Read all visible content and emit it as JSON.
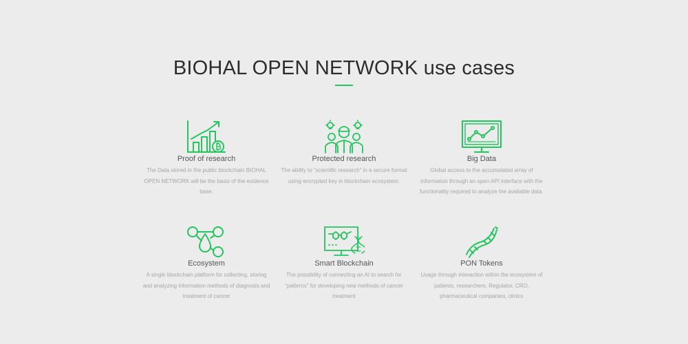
{
  "page": {
    "title": "BIOHAL OPEN NETWORK use cases"
  },
  "accent_color": "#22c55e",
  "cards": [
    {
      "icon": "growth-chart-bitcoin-icon",
      "title": "Proof of research",
      "text": "The Data stored in the public blockchain BIOHAL OPEN NETWORK will be the basis of the evidence base."
    },
    {
      "icon": "researchers-group-icon",
      "title": "Protected research",
      "text": "The ability to “scientific research” in a secure format using encrypted key in blockchain ecosystem."
    },
    {
      "icon": "monitor-chart-icon",
      "title": "Big Data",
      "text": "Global access to the accumulated array of information through an open API interface with the functionality required to analyze the available data."
    },
    {
      "icon": "network-nodes-icon",
      "title": "Ecosystem",
      "text": "A single blockchain platform for collecting, storing and analyzing information methods of diagnosis and treatment of cancer"
    },
    {
      "icon": "monitor-molecule-dna-icon",
      "title": "Smart Blockchain",
      "text": "The possibility of connecting an AI to search for “patterns” for developing new methods of cancer treatment"
    },
    {
      "icon": "dna-helix-icon",
      "title": "PON Tokens",
      "text": "Usage through interaction within the ecosystem of patients, researchers, Regulator, CRO, pharmaceutical companies, clinics"
    }
  ]
}
